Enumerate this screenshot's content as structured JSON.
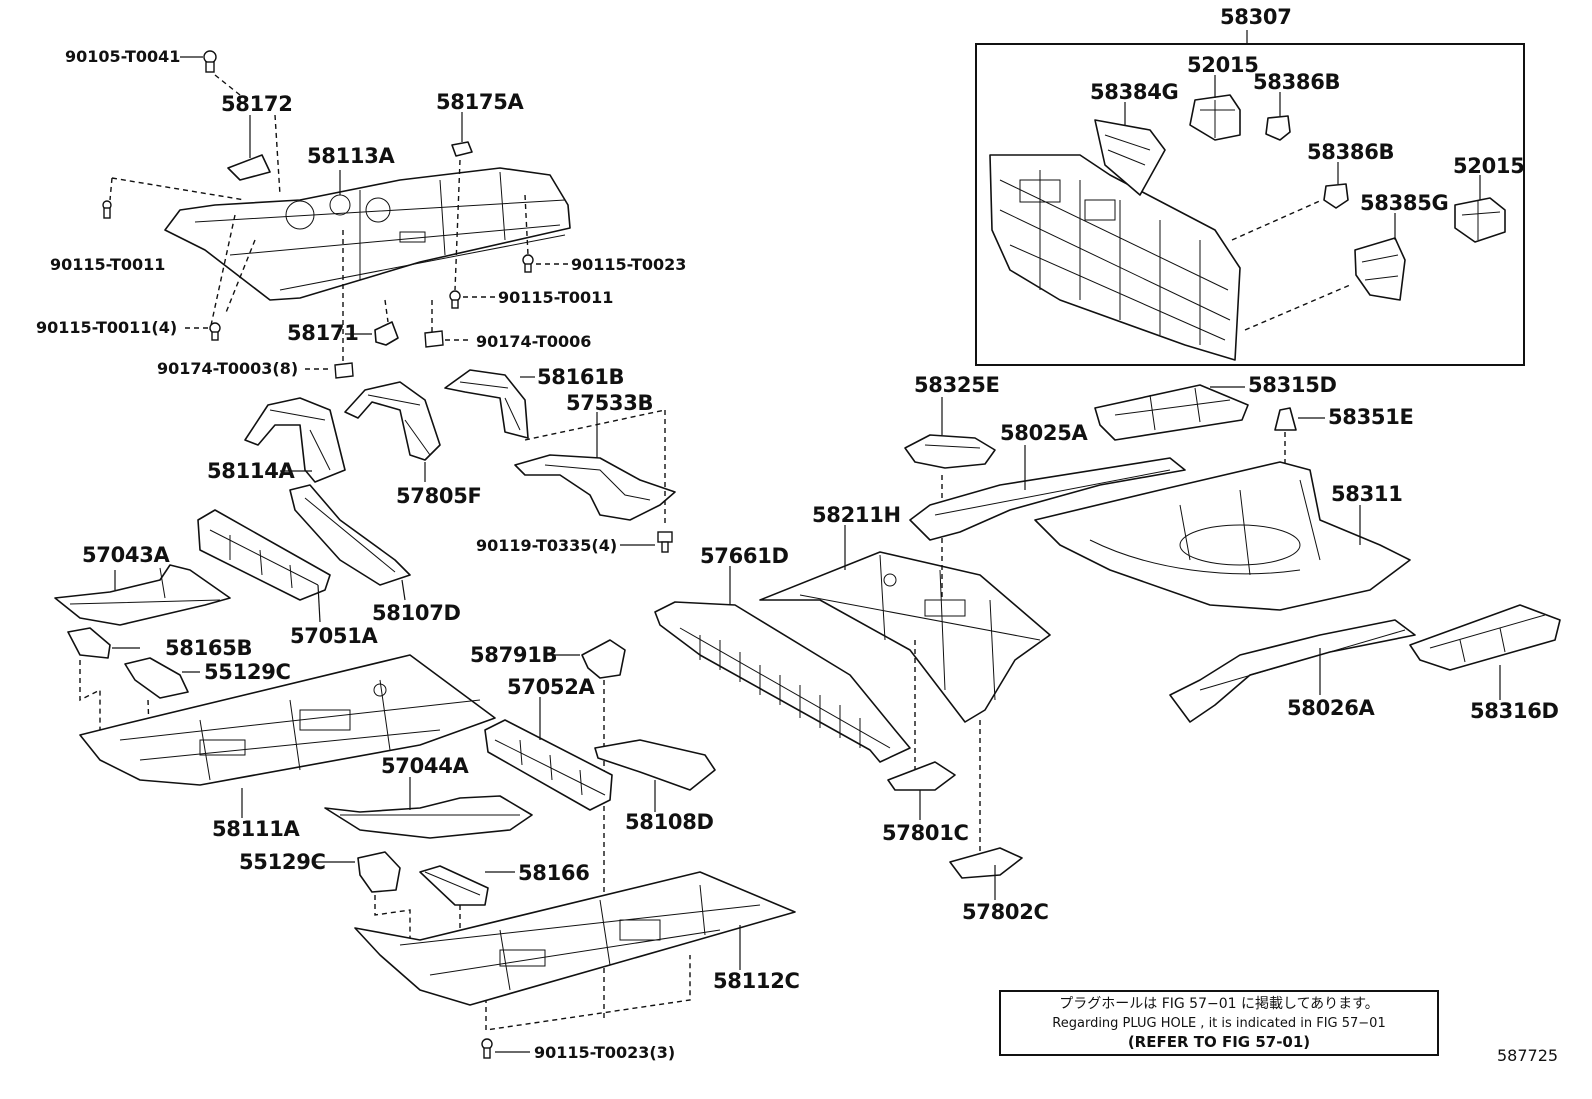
{
  "labels": {
    "p58307": "58307",
    "p52015a": "52015",
    "p58384g": "58384G",
    "p58386ba": "58386B",
    "p58386bb": "58386B",
    "p52015b": "52015",
    "p58385g": "58385G",
    "p90105": "90105-T0041",
    "p58172": "58172",
    "p58175a": "58175A",
    "p58113a": "58113A",
    "p90115a": "90115-T0011",
    "p90115b": "90115-T0023",
    "p90115c": "90115-T0011",
    "p90115d": "90115-T0011(4)",
    "p58171": "58171",
    "p90174a": "90174-T0006",
    "p90174b": "90174-T0003(8)",
    "p58161b": "58161B",
    "p57533b": "57533B",
    "p58114a": "58114A",
    "p57805f": "57805F",
    "p90119": "90119-T0335(4)",
    "p57043a": "57043A",
    "p57051a": "57051A",
    "p58107d": "58107D",
    "p58165b": "58165B",
    "p55129ca": "55129C",
    "p58111a": "58111A",
    "p58791b": "58791B",
    "p57052a": "57052A",
    "p57044a": "57044A",
    "p58108d": "58108D",
    "p55129cb": "55129C",
    "p58166": "58166",
    "p58112c": "58112C",
    "p90115e": "90115-T0023(3)",
    "p57661d": "57661D",
    "p58211h": "58211H",
    "p57801c": "57801C",
    "p57802c": "57802C",
    "p58325e": "58325E",
    "p58025a": "58025A",
    "p58315d": "58315D",
    "p58351e": "58351E",
    "p58311": "58311",
    "p58026a": "58026A",
    "p58316d": "58316D"
  },
  "note": {
    "line1": "プラグホールは FIG 57−01 に掲載してあります。",
    "line2": "Regarding  PLUG  HOLE , it is indicated in  FIG  57−01",
    "line3": "(REFER TO FIG 57-01)"
  },
  "figure_number": "587725"
}
